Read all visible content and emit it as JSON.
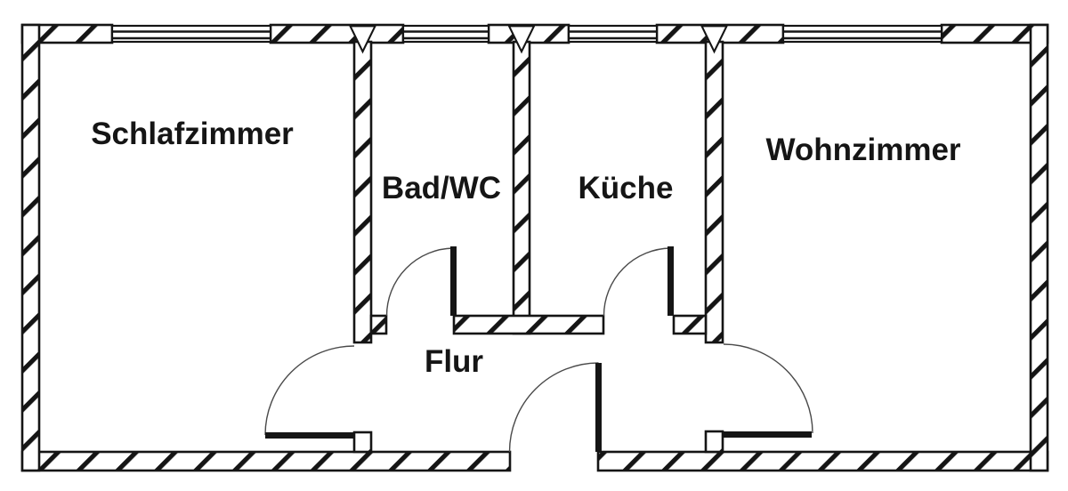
{
  "diagram": {
    "type": "floor-plan",
    "background_color": "#ffffff",
    "line_color": "#151515",
    "rooms": [
      {
        "id": "schlafzimmer",
        "label": "Schlafzimmer"
      },
      {
        "id": "bad-wc",
        "label": "Bad/WC"
      },
      {
        "id": "kueche",
        "label": "Küche"
      },
      {
        "id": "wohnzimmer",
        "label": "Wohnzimmer"
      },
      {
        "id": "flur",
        "label": "Flur"
      }
    ],
    "window_count": 4,
    "door_count": 5
  }
}
